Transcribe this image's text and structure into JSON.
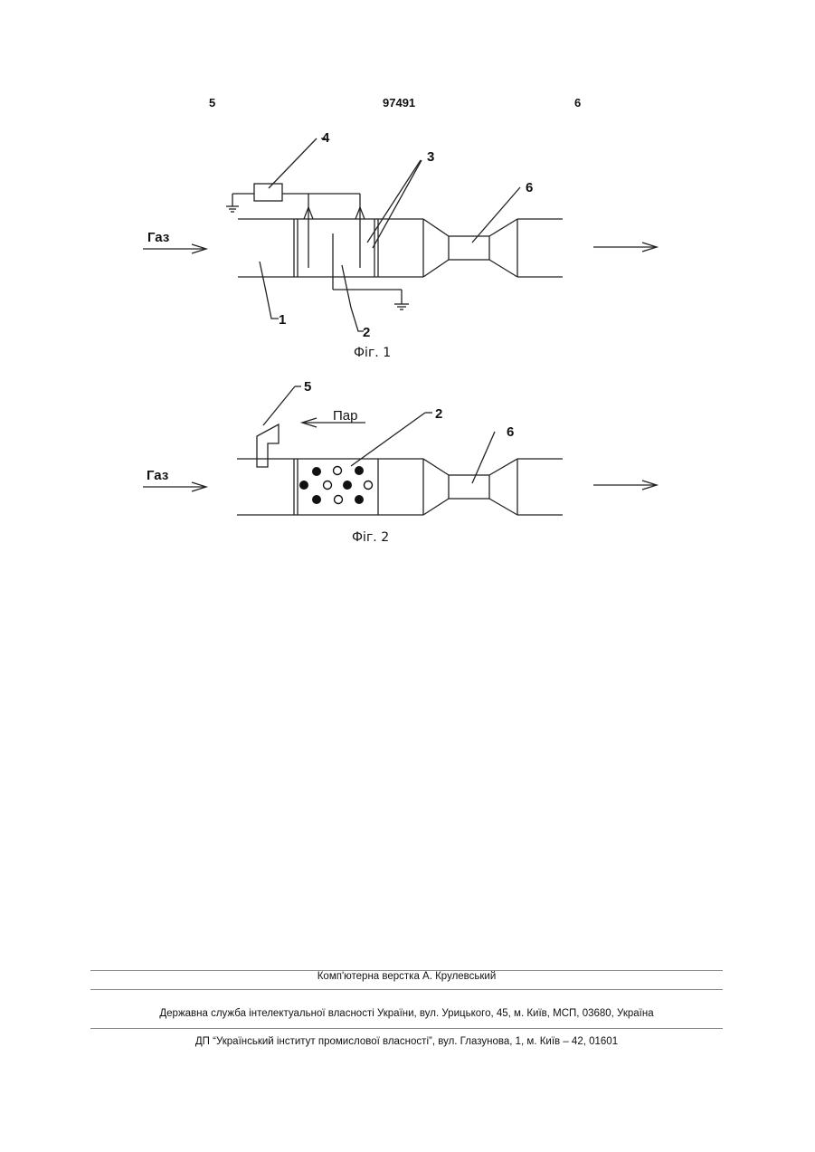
{
  "header": {
    "page_left": "5",
    "patent_number": "97491",
    "page_right": "6"
  },
  "fig1": {
    "caption": "Фіг. 1",
    "gas_label": "Газ",
    "labels": {
      "l1": "1",
      "l2": "2",
      "l3": "3",
      "l4": "4",
      "l6": "6"
    }
  },
  "fig2": {
    "caption": "Фіг. 2",
    "gas_label": "Газ",
    "steam_label": "Пар",
    "labels": {
      "l2": "2",
      "l5": "5",
      "l6": "6"
    }
  },
  "footer": {
    "layout": "Комп'ютерна верстка А. Крулевський",
    "agency": "Державна служба інтелектуальної власності України, вул. Урицького, 45, м. Київ, МСП, 03680, Україна",
    "institute": "ДП “Український інститут промислової власності”, вул. Глазунова, 1, м. Київ – 42, 01601"
  }
}
